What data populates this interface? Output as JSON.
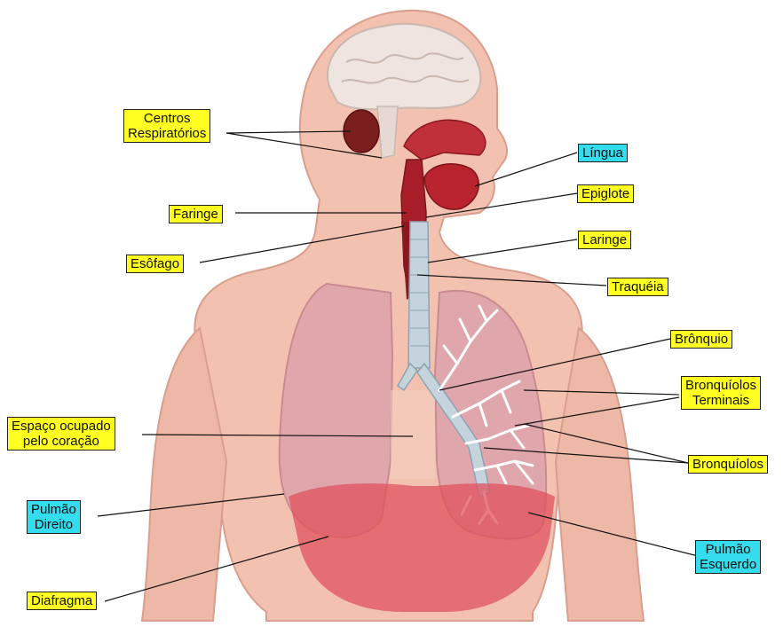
{
  "colors": {
    "label_yellow": "#ffff22",
    "label_cyan": "#33ddee",
    "skin": "#f2c1b0",
    "skin_shadow": "#e0a294",
    "lung": "#dfa6ac",
    "airway": "#b9c9d4",
    "muscle_red": "#b8232d",
    "diaphragm": "#e0525e"
  },
  "labels": {
    "centros": [
      "Centros",
      "Respiratórios"
    ],
    "lingua": "Língua",
    "faringe": "Faringe",
    "epiglote": "Epiglote",
    "esofago": "Esôfago",
    "laringe": "Laringe",
    "traqueia": "Traquéia",
    "bronquio": "Brônquio",
    "bronquiolos_terminais": [
      "Bronquíolos",
      "Terminais"
    ],
    "espaco": [
      "Espaço ocupado",
      "pelo coração"
    ],
    "bronquiolos": "Bronquíolos",
    "pulmao_direito": [
      "Pulmão",
      "Direito"
    ],
    "pulmao_esquerdo": [
      "Pulmão",
      "Esquerdo"
    ],
    "diafragma": "Diafragma"
  }
}
